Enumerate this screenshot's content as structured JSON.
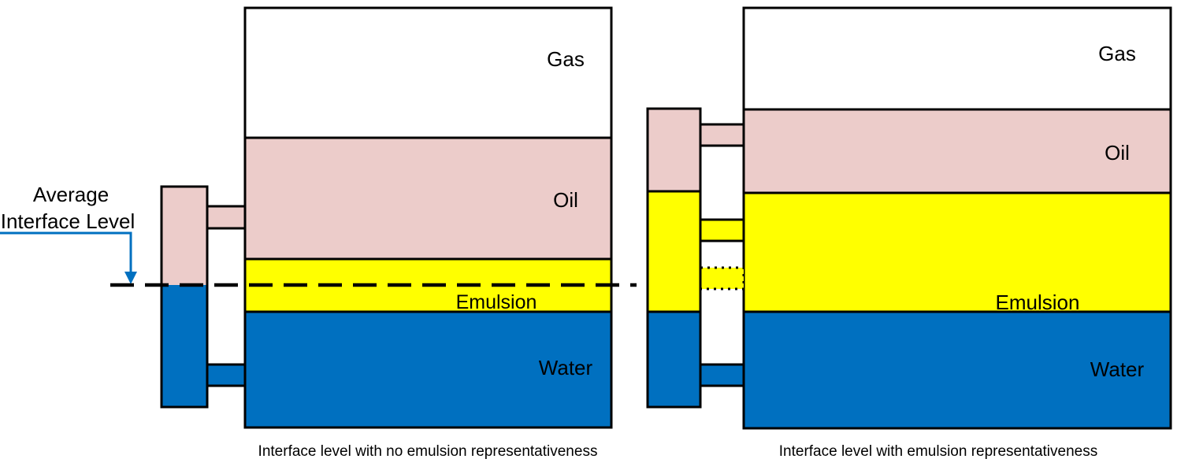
{
  "colors": {
    "gas": "#ffffff",
    "oil": "#ecccca",
    "emulsion": "#ffff00",
    "water": "#0070c0",
    "annotation": "#0070c0",
    "outline": "#000000"
  },
  "annotation": {
    "line1": "Average",
    "line2": "Interface Level"
  },
  "left_vessel": {
    "gas_label": "Gas",
    "oil_label": "Oil",
    "emulsion_label": "Emulsion",
    "water_label": "Water",
    "caption": "Interface level with no emulsion representativeness"
  },
  "right_vessel": {
    "gas_label": "Gas",
    "oil_label": "Oil",
    "emulsion_label": "Emulsion",
    "water_label": "Water",
    "caption": "Interface level with emulsion representativeness"
  }
}
